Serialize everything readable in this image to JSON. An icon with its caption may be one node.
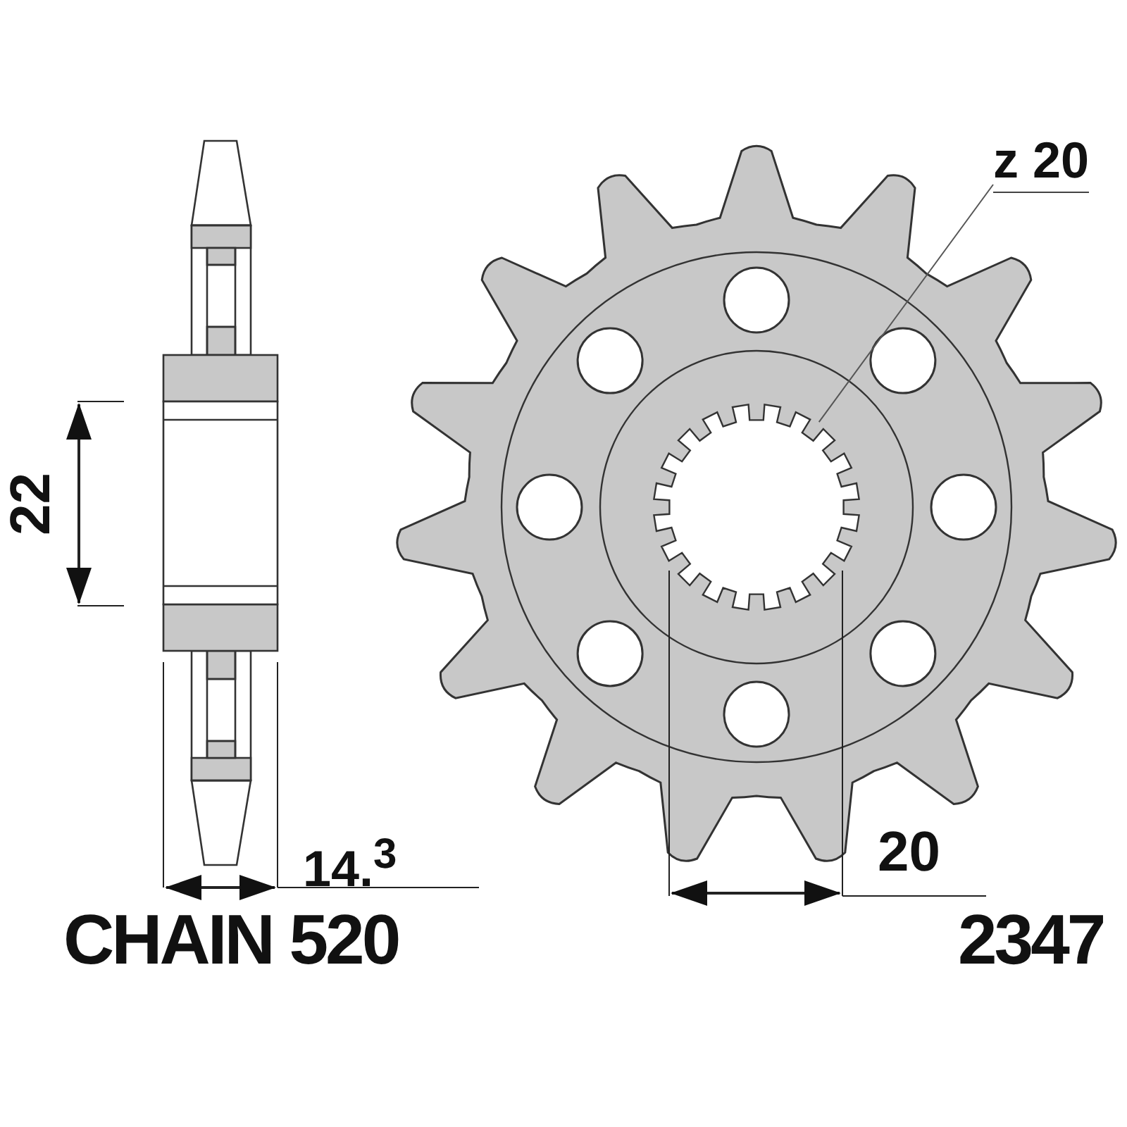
{
  "diagram": {
    "nodes": [
      {
        "text": [
          "z 20"
        ]
      },
      {
        "text": [],
        "shape": "circle"
      }
    ],
    "edges": [
      {
        "from": 0,
        "to": 1,
        "arrow": "none"
      }
    ],
    "labels": [
      "22",
      "14.$^{3}$",
      "20",
      "CHAIN 520",
      "2347"
    ]
  }
}
